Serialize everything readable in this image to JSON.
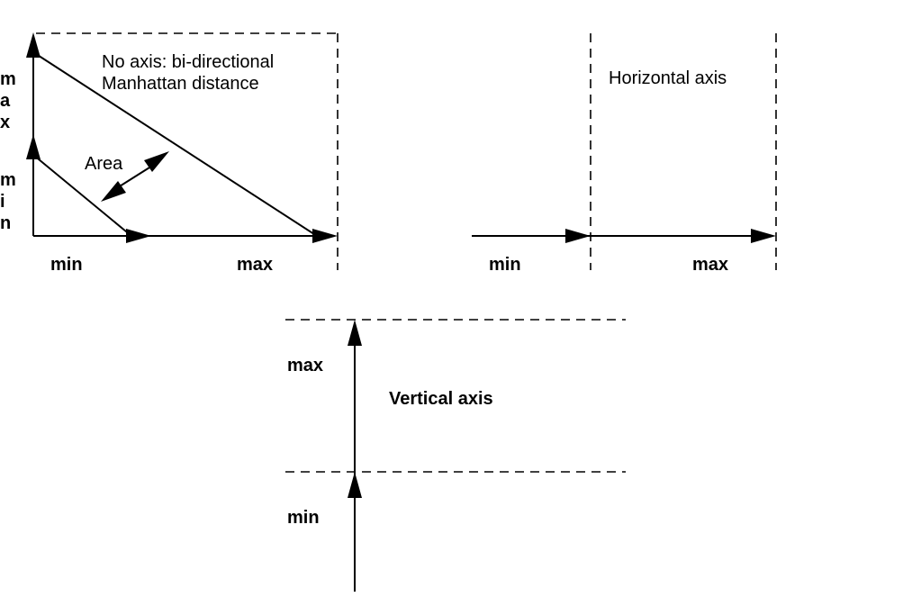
{
  "no_axis": {
    "title_line1": "No axis: bi-directional",
    "title_line2": "Manhattan distance",
    "area_label": "Area",
    "x_min": "min",
    "x_max": "max",
    "y_max_letters": [
      "m",
      "a",
      "x"
    ],
    "y_min_letters": [
      "m",
      "i",
      "n"
    ]
  },
  "horizontal_axis": {
    "title": "Horizontal axis",
    "min": "min",
    "max": "max"
  },
  "vertical_axis": {
    "title": "Vertical axis",
    "min": "min",
    "max": "max"
  },
  "colors": {
    "ink": "#000000",
    "background": "#ffffff"
  }
}
